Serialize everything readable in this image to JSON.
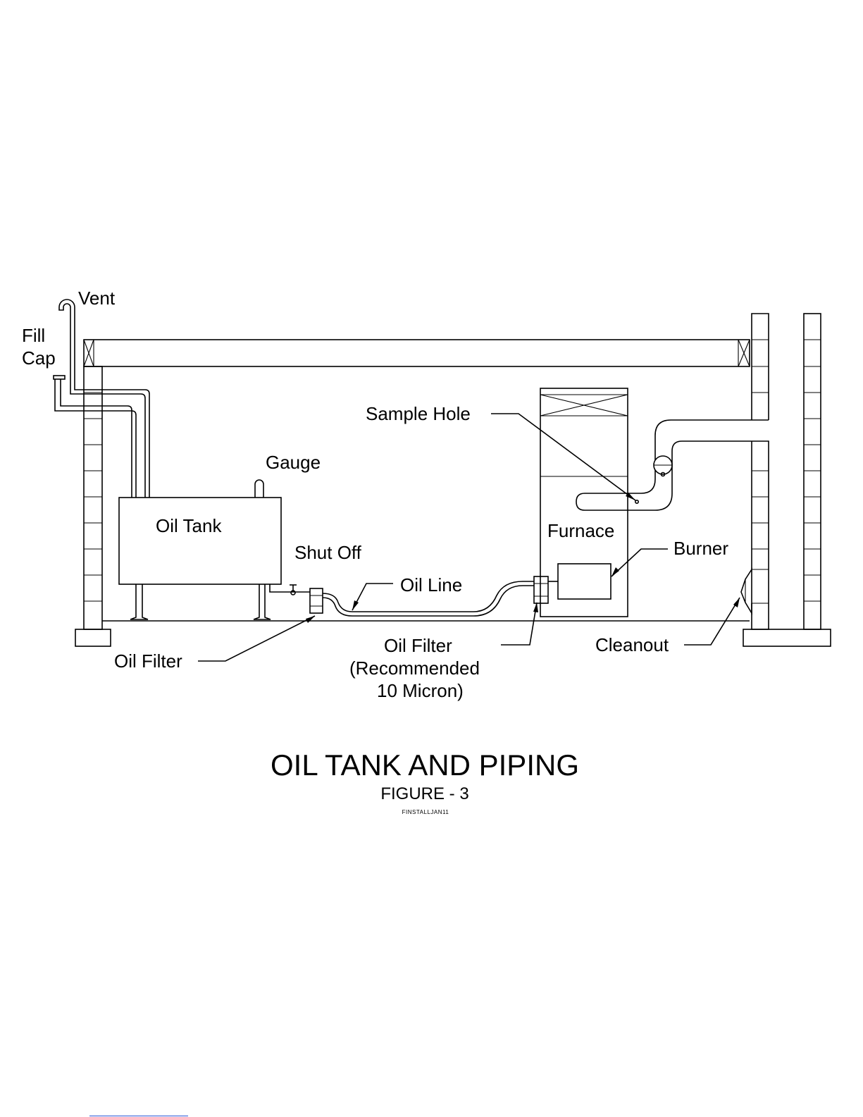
{
  "labels": {
    "vent": "Vent",
    "fill": "Fill",
    "cap": "Cap",
    "gauge": "Gauge",
    "oil_tank": "Oil Tank",
    "shut_off": "Shut Off",
    "oil_line": "Oil Line",
    "oil_filter_left": "Oil Filter",
    "oil_filter_right_1": "Oil Filter",
    "oil_filter_right_2": "(Recommended",
    "oil_filter_right_3": "10 Micron)",
    "sample_hole": "Sample Hole",
    "furnace": "Furnace",
    "burner": "Burner",
    "cleanout": "Cleanout"
  },
  "caption": {
    "title": "OIL TANK AND PIPING",
    "figure": "FIGURE - 3",
    "code": "FINSTALLJAN11"
  }
}
